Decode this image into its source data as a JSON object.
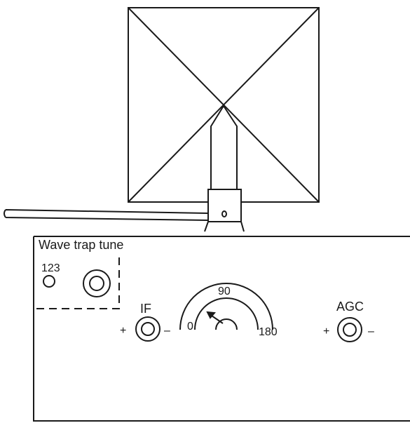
{
  "wave_trap": {
    "title": "Wave trap tune",
    "number": "123"
  },
  "if_control": {
    "label": "IF",
    "plus": "+",
    "minus": "–"
  },
  "dial": {
    "min": "0",
    "mid": "90",
    "max": "180"
  },
  "agc_control": {
    "label": "AGC",
    "plus": "+",
    "minus": "–"
  },
  "colors": {
    "ink": "#1a1a1a",
    "paper": "#ffffff"
  }
}
